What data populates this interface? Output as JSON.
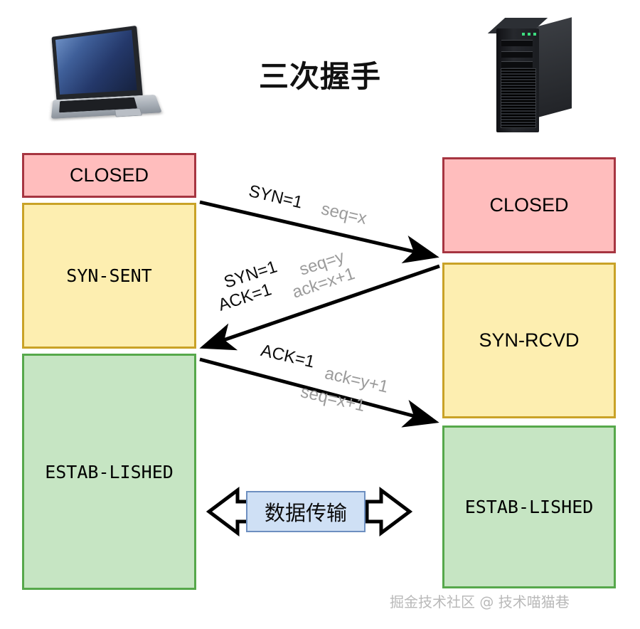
{
  "title": "三次握手",
  "colors": {
    "closed_fill": "#ffbdbd",
    "closed_border": "#a63541",
    "syn_fill": "#fdeeb0",
    "syn_border": "#c9a227",
    "estab_fill": "#c6e5c3",
    "estab_border": "#56a84b",
    "data_fill": "#cfe0f5",
    "data_border": "#6d8fc0",
    "flag_text": "#0c0c0c",
    "value_text": "#9b9b9b",
    "watermark": "#b9b9b9"
  },
  "client": {
    "device_label": "laptop",
    "states": [
      {
        "name": "CLOSED",
        "style": "closed"
      },
      {
        "name": "SYN-SENT",
        "style": "syn"
      },
      {
        "name": "ESTAB-LISHED",
        "style": "estab"
      }
    ]
  },
  "server": {
    "device_label": "server-tower",
    "states": [
      {
        "name": "CLOSED",
        "style": "closed"
      },
      {
        "name": "SYN-RCVD",
        "style": "syn"
      },
      {
        "name": "ESTAB-LISHED",
        "style": "estab"
      }
    ]
  },
  "messages": [
    {
      "step": 1,
      "direction": "client-to-server",
      "flags": "SYN=1",
      "values": "seq=x"
    },
    {
      "step": 2,
      "direction": "server-to-client",
      "flags_line1": "SYN=1",
      "flags_line2": "ACK=1",
      "values_line1": "seq=y",
      "values_line2": "ack=x+1"
    },
    {
      "step": 3,
      "direction": "client-to-server",
      "flags": "ACK=1",
      "values_line1": "ack=y+1",
      "values_line2": "seq=x+1"
    }
  ],
  "data_transfer": {
    "label": "数据传输"
  },
  "watermark": "掘金技术社区 @ 技术喵猫巷"
}
